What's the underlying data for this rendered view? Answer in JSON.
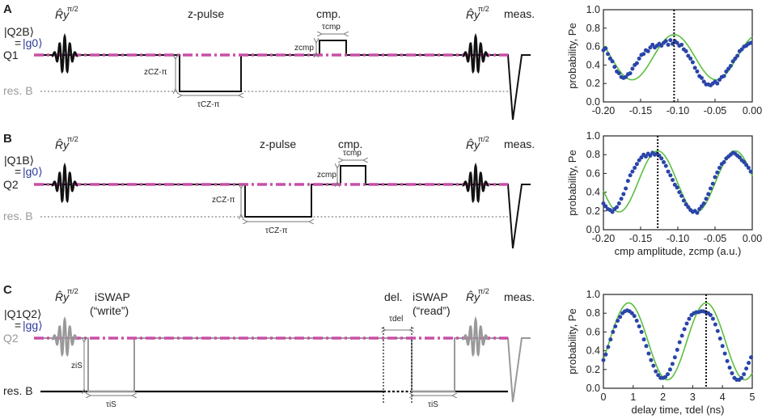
{
  "colors": {
    "magenta": "#c84fa6",
    "black": "#111111",
    "grey": "#999999",
    "blue_points": "#2a45a8",
    "fit_green": "#5bbf3f",
    "ket_blue": "#2b3a9a"
  },
  "panels": {
    "A": {
      "letter": "A",
      "gate1": "R̂y",
      "gate_exp": "π/2",
      "gate2": "R̂y",
      "zpulse": "z-pulse",
      "cmp": "cmp.",
      "meas": "meas.",
      "state_top": "|Q2B⟩",
      "state_eq": "=",
      "state_val": "|g0⟩",
      "qubit": "Q1",
      "resonator": "res. B",
      "z_cz": "zCZ-π",
      "tau_cz": "τCZ-π",
      "z_cmp": "zcmp",
      "tau_cmp": "τcmp"
    },
    "B": {
      "letter": "B",
      "gate1": "R̂y",
      "gate_exp": "π/2",
      "gate2": "R̂y",
      "zpulse": "z-pulse",
      "cmp": "cmp.",
      "meas": "meas.",
      "state_top": "|Q1B⟩",
      "state_eq": "=",
      "state_val": "|g0⟩",
      "qubit": "Q2",
      "resonator": "res. B",
      "z_cz": "zCZ-π",
      "tau_cz": "τCZ-π",
      "z_cmp": "zcmp",
      "tau_cmp": "τcmp"
    },
    "C": {
      "letter": "C",
      "gate1": "R̂y",
      "gate_exp": "π/2",
      "gate2": "R̂y",
      "iswap_write_1": "iSWAP",
      "iswap_write_2": "(“write”)",
      "del": "del.",
      "iswap_read_1": "iSWAP",
      "iswap_read_2": "(“read”)",
      "meas": "meas.",
      "state_top": "|Q1Q2⟩",
      "state_eq": "=",
      "state_val": "|gg⟩",
      "qubit": "Q2",
      "resonator": "res. B",
      "z_is": "ziS",
      "tau_is": "τiS",
      "tau_del": "τdel"
    }
  },
  "chart_data": [
    {
      "type": "scatter",
      "title": "",
      "xlabel": "",
      "ylabel": "probability, Pe",
      "xlim": [
        -0.2,
        0.0
      ],
      "ylim": [
        0.0,
        1.0
      ],
      "xticks": [
        "-0.20",
        "-0.15",
        "-0.10",
        "-0.05",
        "0.00"
      ],
      "yticks": [
        "0.0",
        "0.2",
        "0.4",
        "0.6",
        "0.8",
        "1.0"
      ],
      "marker_x": -0.105,
      "fit": {
        "offset": 0.485,
        "amp": 0.245,
        "period": 0.113,
        "peak_x": -0.105
      },
      "points": [
        [
          -0.2,
          0.56
        ],
        [
          -0.197,
          0.58
        ],
        [
          -0.194,
          0.52
        ],
        [
          -0.191,
          0.47
        ],
        [
          -0.188,
          0.44
        ],
        [
          -0.185,
          0.38
        ],
        [
          -0.182,
          0.33
        ],
        [
          -0.179,
          0.31
        ],
        [
          -0.176,
          0.27
        ],
        [
          -0.173,
          0.26
        ],
        [
          -0.17,
          0.27
        ],
        [
          -0.167,
          0.3
        ],
        [
          -0.164,
          0.31
        ],
        [
          -0.161,
          0.36
        ],
        [
          -0.158,
          0.4
        ],
        [
          -0.155,
          0.42
        ],
        [
          -0.152,
          0.47
        ],
        [
          -0.149,
          0.51
        ],
        [
          -0.146,
          0.52
        ],
        [
          -0.143,
          0.56
        ],
        [
          -0.14,
          0.55
        ],
        [
          -0.137,
          0.59
        ],
        [
          -0.134,
          0.62
        ],
        [
          -0.131,
          0.59
        ],
        [
          -0.128,
          0.61
        ],
        [
          -0.125,
          0.63
        ],
        [
          -0.122,
          0.61
        ],
        [
          -0.119,
          0.64
        ],
        [
          -0.116,
          0.66
        ],
        [
          -0.113,
          0.62
        ],
        [
          -0.11,
          0.67
        ],
        [
          -0.107,
          0.63
        ],
        [
          -0.104,
          0.66
        ],
        [
          -0.101,
          0.64
        ],
        [
          -0.098,
          0.61
        ],
        [
          -0.095,
          0.62
        ],
        [
          -0.092,
          0.57
        ],
        [
          -0.089,
          0.55
        ],
        [
          -0.086,
          0.5
        ],
        [
          -0.083,
          0.47
        ],
        [
          -0.08,
          0.43
        ],
        [
          -0.077,
          0.37
        ],
        [
          -0.074,
          0.33
        ],
        [
          -0.071,
          0.28
        ],
        [
          -0.068,
          0.26
        ],
        [
          -0.065,
          0.22
        ],
        [
          -0.062,
          0.19
        ],
        [
          -0.059,
          0.19
        ],
        [
          -0.056,
          0.18
        ],
        [
          -0.053,
          0.2
        ],
        [
          -0.05,
          0.22
        ],
        [
          -0.047,
          0.2
        ],
        [
          -0.044,
          0.24
        ],
        [
          -0.041,
          0.27
        ],
        [
          -0.038,
          0.28
        ],
        [
          -0.035,
          0.33
        ],
        [
          -0.032,
          0.36
        ],
        [
          -0.029,
          0.39
        ],
        [
          -0.026,
          0.44
        ],
        [
          -0.023,
          0.47
        ],
        [
          -0.02,
          0.5
        ],
        [
          -0.017,
          0.55
        ],
        [
          -0.014,
          0.57
        ],
        [
          -0.011,
          0.6
        ],
        [
          -0.008,
          0.61
        ],
        [
          -0.005,
          0.63
        ],
        [
          -0.002,
          0.64
        ]
      ]
    },
    {
      "type": "scatter",
      "title": "",
      "xlabel": "cmp amplitude, zcmp (a.u.)",
      "ylabel": "probability, Pe",
      "xlim": [
        -0.2,
        0.0
      ],
      "ylim": [
        0.0,
        1.0
      ],
      "xticks": [
        "-0.20",
        "-0.15",
        "-0.10",
        "-0.05",
        "0.00"
      ],
      "yticks": [
        "0.0",
        "0.2",
        "0.4",
        "0.6",
        "0.8",
        "1.0"
      ],
      "marker_x": -0.127,
      "fit": {
        "offset": 0.515,
        "amp": 0.325,
        "period": 0.104,
        "peak_x": -0.127
      },
      "points": [
        [
          -0.2,
          0.28
        ],
        [
          -0.197,
          0.25
        ],
        [
          -0.194,
          0.22
        ],
        [
          -0.191,
          0.21
        ],
        [
          -0.188,
          0.19
        ],
        [
          -0.185,
          0.22
        ],
        [
          -0.182,
          0.24
        ],
        [
          -0.179,
          0.28
        ],
        [
          -0.176,
          0.33
        ],
        [
          -0.173,
          0.38
        ],
        [
          -0.17,
          0.44
        ],
        [
          -0.167,
          0.52
        ],
        [
          -0.164,
          0.58
        ],
        [
          -0.161,
          0.62
        ],
        [
          -0.158,
          0.66
        ],
        [
          -0.155,
          0.7
        ],
        [
          -0.152,
          0.74
        ],
        [
          -0.149,
          0.77
        ],
        [
          -0.146,
          0.8
        ],
        [
          -0.143,
          0.78
        ],
        [
          -0.14,
          0.81
        ],
        [
          -0.137,
          0.79
        ],
        [
          -0.134,
          0.82
        ],
        [
          -0.131,
          0.8
        ],
        [
          -0.128,
          0.81
        ],
        [
          -0.125,
          0.79
        ],
        [
          -0.122,
          0.76
        ],
        [
          -0.119,
          0.72
        ],
        [
          -0.116,
          0.68
        ],
        [
          -0.113,
          0.62
        ],
        [
          -0.11,
          0.58
        ],
        [
          -0.107,
          0.53
        ],
        [
          -0.104,
          0.48
        ],
        [
          -0.101,
          0.45
        ],
        [
          -0.098,
          0.4
        ],
        [
          -0.095,
          0.36
        ],
        [
          -0.092,
          0.31
        ],
        [
          -0.089,
          0.27
        ],
        [
          -0.086,
          0.24
        ],
        [
          -0.083,
          0.21
        ],
        [
          -0.08,
          0.19
        ],
        [
          -0.077,
          0.2
        ],
        [
          -0.074,
          0.18
        ],
        [
          -0.071,
          0.22
        ],
        [
          -0.068,
          0.25
        ],
        [
          -0.065,
          0.28
        ],
        [
          -0.062,
          0.33
        ],
        [
          -0.059,
          0.38
        ],
        [
          -0.056,
          0.44
        ],
        [
          -0.053,
          0.49
        ],
        [
          -0.05,
          0.56
        ],
        [
          -0.047,
          0.61
        ],
        [
          -0.044,
          0.66
        ],
        [
          -0.041,
          0.7
        ],
        [
          -0.038,
          0.72
        ],
        [
          -0.035,
          0.76
        ],
        [
          -0.032,
          0.78
        ],
        [
          -0.029,
          0.8
        ],
        [
          -0.026,
          0.82
        ],
        [
          -0.023,
          0.81
        ],
        [
          -0.02,
          0.79
        ],
        [
          -0.017,
          0.77
        ],
        [
          -0.014,
          0.74
        ],
        [
          -0.011,
          0.72
        ],
        [
          -0.008,
          0.69
        ],
        [
          -0.005,
          0.66
        ],
        [
          -0.002,
          0.62
        ]
      ]
    },
    {
      "type": "scatter",
      "title": "",
      "xlabel": "delay time, τdel (ns)",
      "ylabel": "probability, Pe",
      "xlim": [
        0,
        5
      ],
      "ylim": [
        0.0,
        1.0
      ],
      "xticks": [
        "0",
        "1",
        "2",
        "3",
        "4",
        "5"
      ],
      "yticks": [
        "0.0",
        "0.2",
        "0.4",
        "0.6",
        "0.8",
        "1.0"
      ],
      "marker_x": 3.45,
      "fit": {
        "offset": 0.5,
        "amp": 0.41,
        "period": 2.6,
        "peak_x": 0.85
      },
      "points": [
        [
          0.0,
          0.3
        ],
        [
          0.08,
          0.36
        ],
        [
          0.16,
          0.44
        ],
        [
          0.24,
          0.52
        ],
        [
          0.32,
          0.6
        ],
        [
          0.4,
          0.66
        ],
        [
          0.48,
          0.72
        ],
        [
          0.56,
          0.76
        ],
        [
          0.64,
          0.8
        ],
        [
          0.72,
          0.82
        ],
        [
          0.8,
          0.83
        ],
        [
          0.88,
          0.82
        ],
        [
          0.96,
          0.8
        ],
        [
          1.04,
          0.77
        ],
        [
          1.12,
          0.72
        ],
        [
          1.2,
          0.66
        ],
        [
          1.28,
          0.6
        ],
        [
          1.36,
          0.52
        ],
        [
          1.44,
          0.45
        ],
        [
          1.52,
          0.37
        ],
        [
          1.6,
          0.3
        ],
        [
          1.68,
          0.24
        ],
        [
          1.76,
          0.18
        ],
        [
          1.84,
          0.14
        ],
        [
          1.92,
          0.11
        ],
        [
          2.0,
          0.11
        ],
        [
          2.08,
          0.12
        ],
        [
          2.16,
          0.15
        ],
        [
          2.24,
          0.2
        ],
        [
          2.32,
          0.26
        ],
        [
          2.4,
          0.33
        ],
        [
          2.48,
          0.41
        ],
        [
          2.56,
          0.49
        ],
        [
          2.64,
          0.56
        ],
        [
          2.72,
          0.63
        ],
        [
          2.8,
          0.69
        ],
        [
          2.88,
          0.74
        ],
        [
          2.96,
          0.78
        ],
        [
          3.04,
          0.8
        ],
        [
          3.12,
          0.81
        ],
        [
          3.2,
          0.81
        ],
        [
          3.28,
          0.82
        ],
        [
          3.36,
          0.82
        ],
        [
          3.44,
          0.81
        ],
        [
          3.52,
          0.8
        ],
        [
          3.6,
          0.78
        ],
        [
          3.68,
          0.74
        ],
        [
          3.76,
          0.68
        ],
        [
          3.84,
          0.61
        ],
        [
          3.92,
          0.53
        ],
        [
          4.0,
          0.45
        ],
        [
          4.08,
          0.37
        ],
        [
          4.16,
          0.29
        ],
        [
          4.24,
          0.22
        ],
        [
          4.32,
          0.16
        ],
        [
          4.4,
          0.11
        ],
        [
          4.48,
          0.09
        ],
        [
          4.56,
          0.09
        ],
        [
          4.64,
          0.11
        ],
        [
          4.72,
          0.15
        ],
        [
          4.8,
          0.21
        ],
        [
          4.88,
          0.27
        ],
        [
          4.96,
          0.33
        ]
      ]
    }
  ]
}
